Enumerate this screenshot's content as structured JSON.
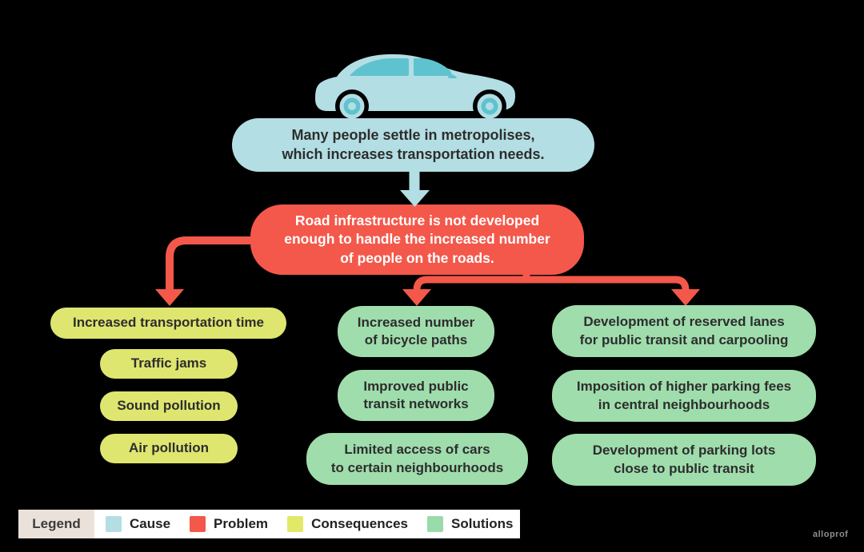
{
  "colors": {
    "background": "#000000",
    "cause": "#b3dee3",
    "problem": "#f4584a",
    "consequences": "#dee66f",
    "solutions": "#9fddac",
    "car_window": "#5ec3ce",
    "text_dark": "#2d2d2d",
    "text_light": "#ffffff",
    "legend_label_bg": "#eae2da",
    "legend_bg": "#ffffff"
  },
  "icons": {
    "car": "car-icon",
    "cause_arrow": "arrow-down-teal",
    "consequence_arrow": "arrow-elbow-left-red",
    "solutions_arrows": "arrow-branch-red"
  },
  "diagram": {
    "cause": {
      "text": "Many people settle in metropolises,\nwhich increases transportation needs."
    },
    "problem": {
      "text": "Road infrastructure is not developed\nenough to handle the increased number\nof people on the roads."
    },
    "consequences": {
      "items": [
        {
          "label": "Increased transportation time"
        },
        {
          "label": "Traffic jams"
        },
        {
          "label": "Sound pollution"
        },
        {
          "label": "Air pollution"
        }
      ]
    },
    "solutions": {
      "column_1": [
        {
          "label": "Increased number\nof bicycle paths"
        },
        {
          "label": "Improved public\ntransit networks"
        },
        {
          "label": "Limited access of cars\nto certain neighbourhoods"
        }
      ],
      "column_2": [
        {
          "label": "Development of reserved lanes\nfor public transit and carpooling"
        },
        {
          "label": "Imposition of higher parking fees\nin central neighbourhoods"
        },
        {
          "label": "Development of parking lots\nclose to public transit"
        }
      ]
    }
  },
  "legend": {
    "title": "Legend",
    "items": [
      {
        "label": "Cause",
        "color": "#b3dee3"
      },
      {
        "label": "Problem",
        "color": "#f4584a"
      },
      {
        "label": "Consequences",
        "color": "#e2e967"
      },
      {
        "label": "Solutions",
        "color": "#99dbaa"
      }
    ]
  },
  "watermark": "alloprof"
}
